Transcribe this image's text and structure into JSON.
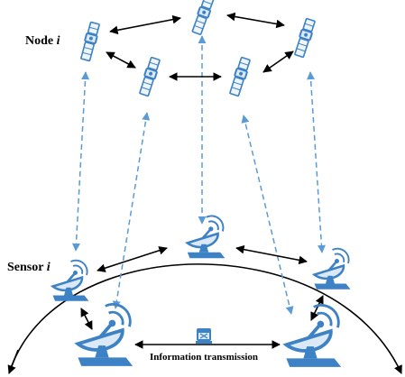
{
  "labels": {
    "node": "Node",
    "node_index": "i",
    "sensor": "Sensor",
    "sensor_index": "i",
    "info": "Information transmission"
  },
  "colors": {
    "satellite": "#3d82c4",
    "dashed_link": "#5b9bd5",
    "solid_link": "#000000",
    "earth_arc": "#000000"
  },
  "icons": {
    "satellite": "satellite-icon",
    "ground_station": "satellite-dish-icon",
    "transmission": "data-transmission-icon"
  }
}
